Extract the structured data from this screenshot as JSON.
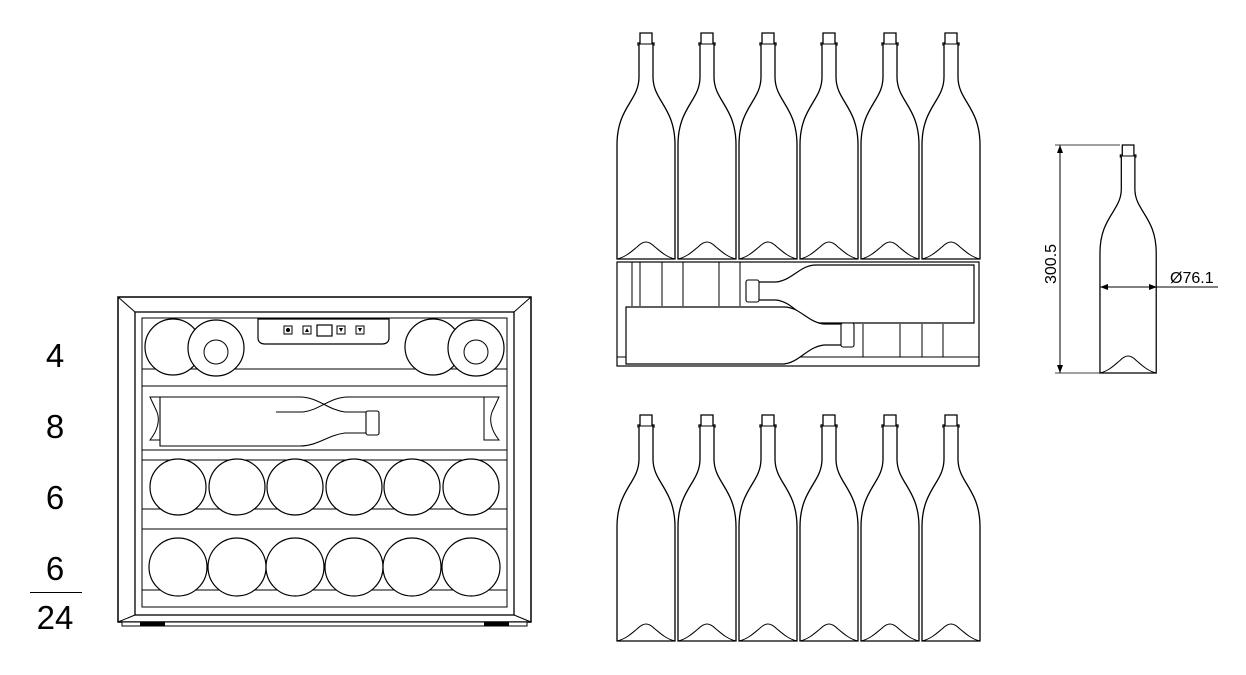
{
  "shelf_counts": [
    "4",
    "8",
    "6",
    "6"
  ],
  "total_count": "24",
  "dimensions": {
    "height": "300.5",
    "diameter": "Ø76.1"
  }
}
